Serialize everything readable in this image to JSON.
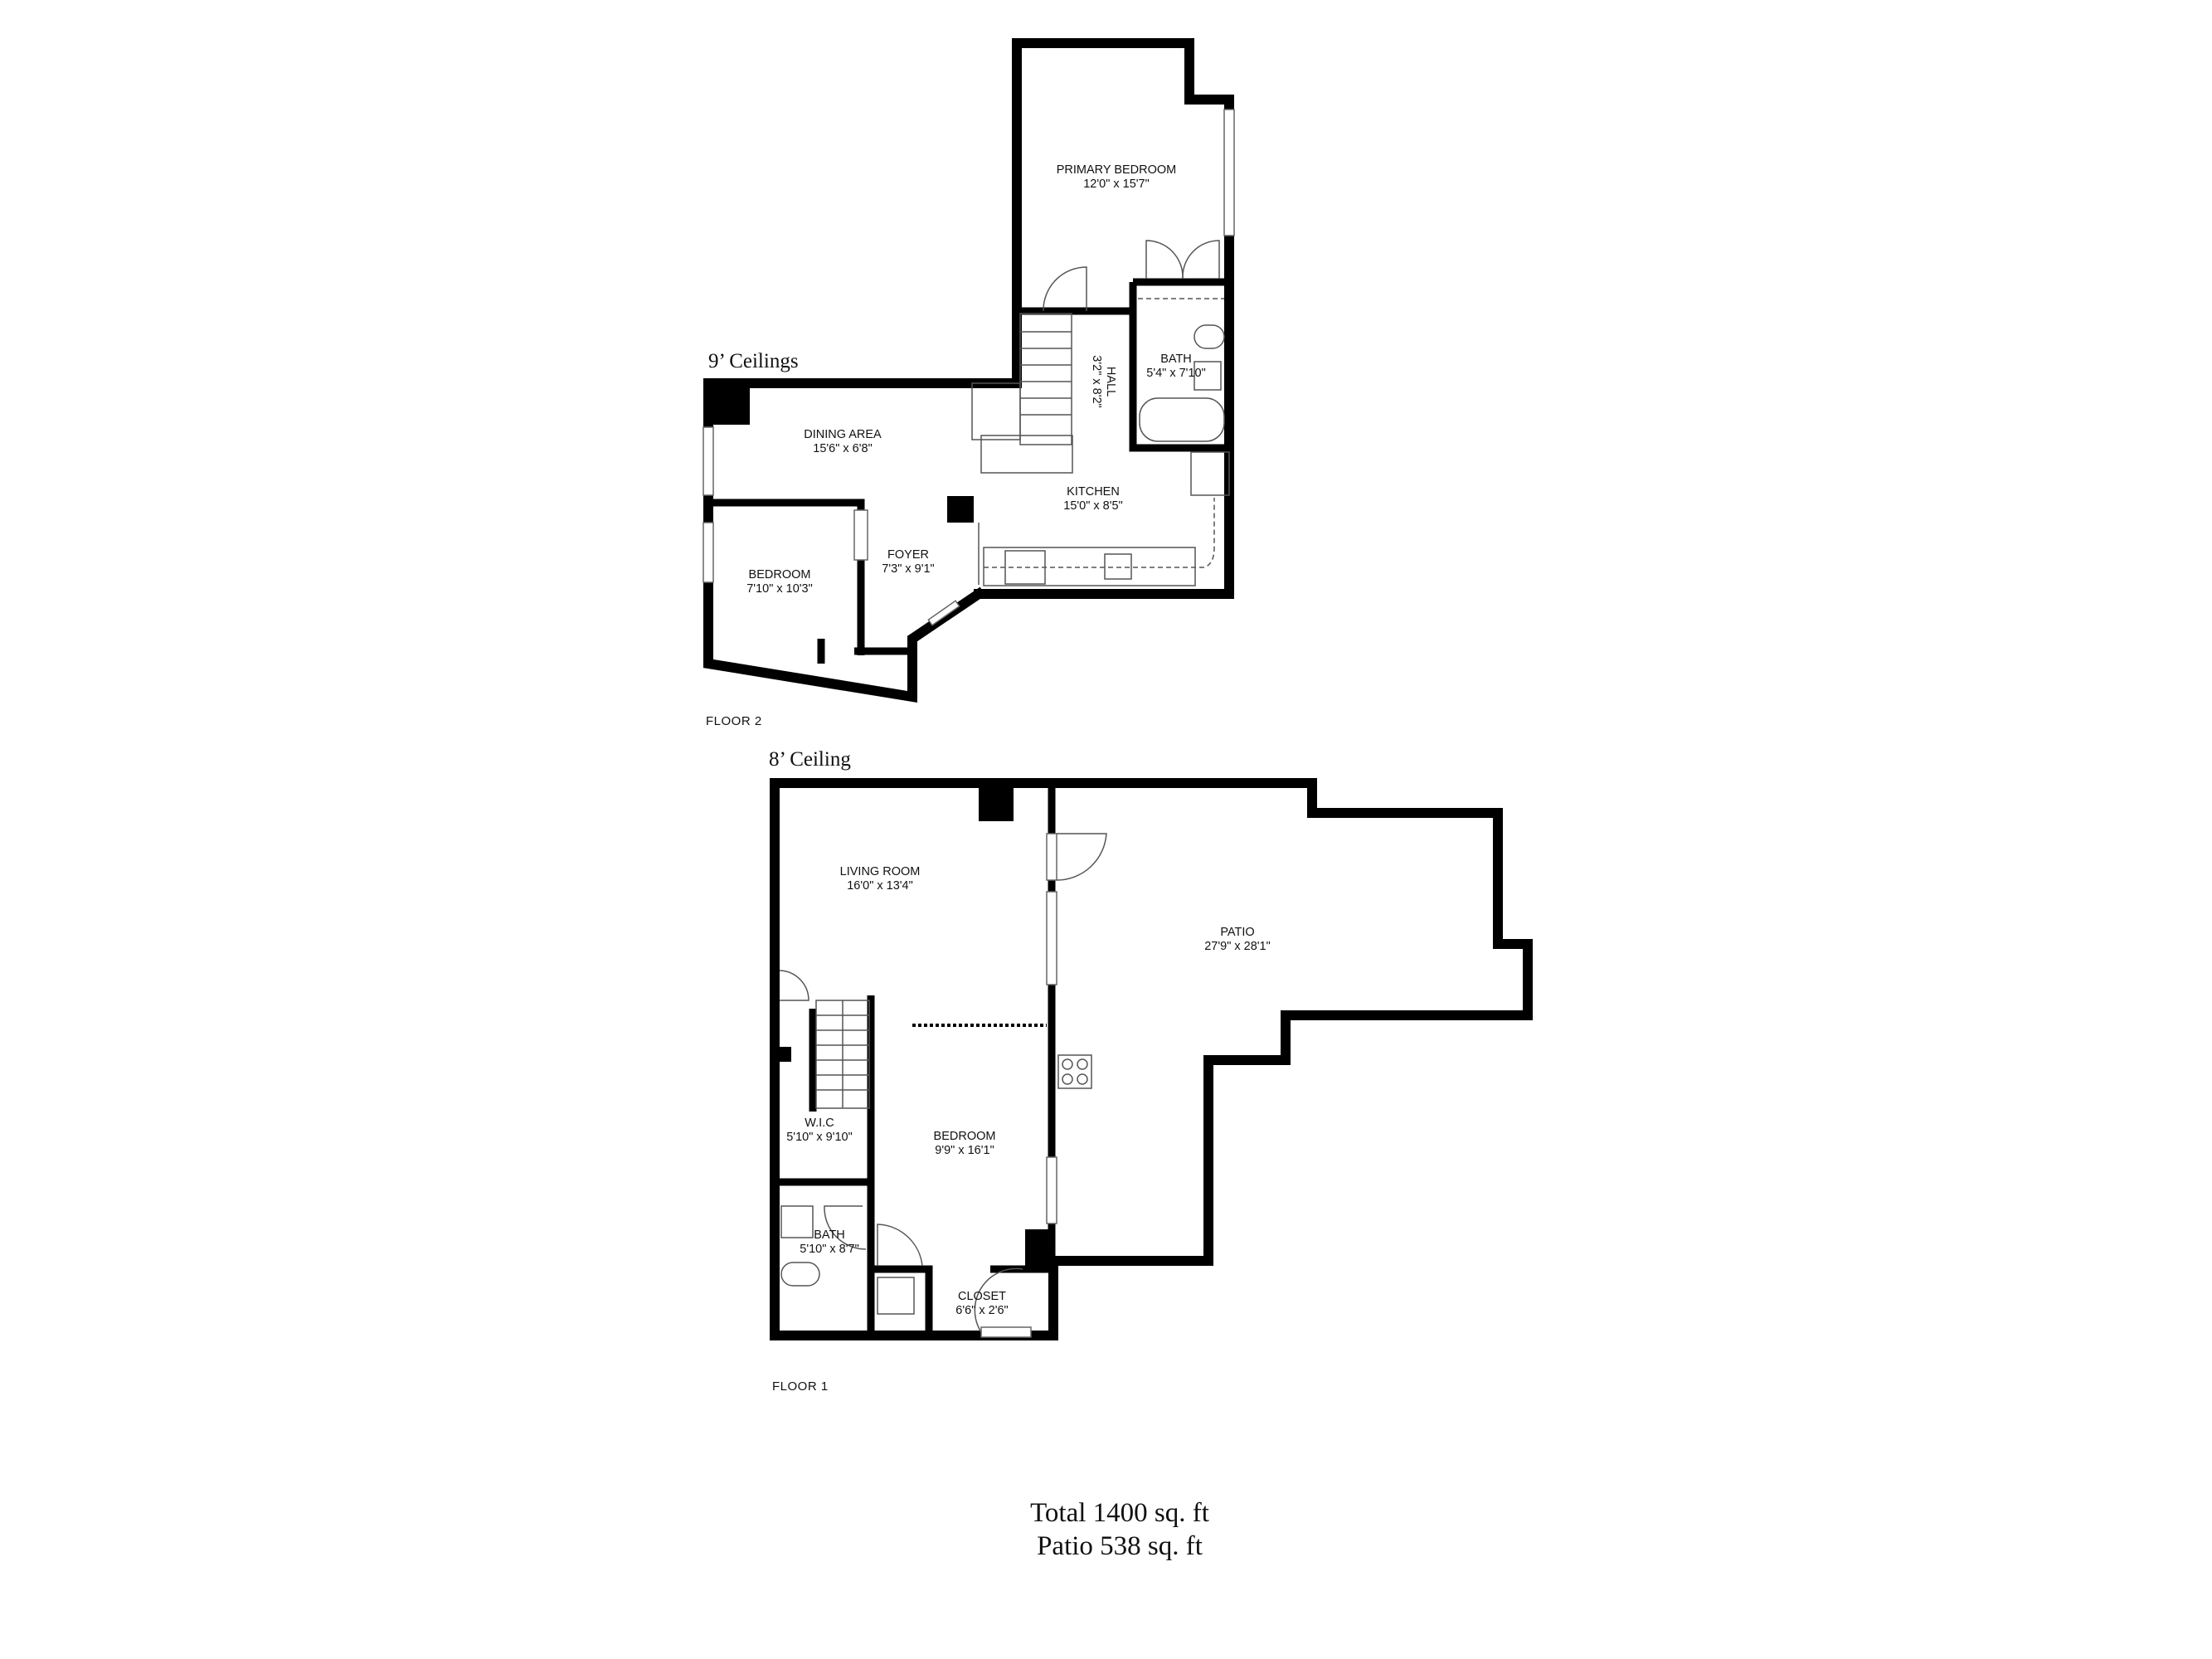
{
  "floor2": {
    "ceiling_note": "9’ Ceilings",
    "floor_label": "FLOOR 2",
    "rooms": [
      {
        "name": "PRIMARY BEDROOM",
        "dims": "12'0\" x 15'7\""
      },
      {
        "name": "BATH",
        "dims": "5'4\" x 7'10\""
      },
      {
        "name": "HALL",
        "dims": "3'2\" x 8'2\""
      },
      {
        "name": "DINING AREA",
        "dims": "15'6\" x 6'8\""
      },
      {
        "name": "KITCHEN",
        "dims": "15'0\" x 8'5\""
      },
      {
        "name": "FOYER",
        "dims": "7'3\" x 9'1\""
      },
      {
        "name": "BEDROOM",
        "dims": "7'10\" x 10'3\""
      }
    ]
  },
  "floor1": {
    "ceiling_note": "8’ Ceiling",
    "floor_label": "FLOOR 1",
    "rooms": [
      {
        "name": "LIVING ROOM",
        "dims": "16'0\" x 13'4\""
      },
      {
        "name": "PATIO",
        "dims": "27'9\" x 28'1\""
      },
      {
        "name": "W.I.C",
        "dims": "5'10\" x 9'10\""
      },
      {
        "name": "BEDROOM",
        "dims": "9'9\" x 16'1\""
      },
      {
        "name": "BATH",
        "dims": "5'10\" x 8'7\""
      },
      {
        "name": "CLOSET",
        "dims": "6'6\" x 2'6\""
      }
    ]
  },
  "totals": {
    "total": "Total 1400 sq. ft",
    "patio": "Patio 538 sq. ft"
  }
}
